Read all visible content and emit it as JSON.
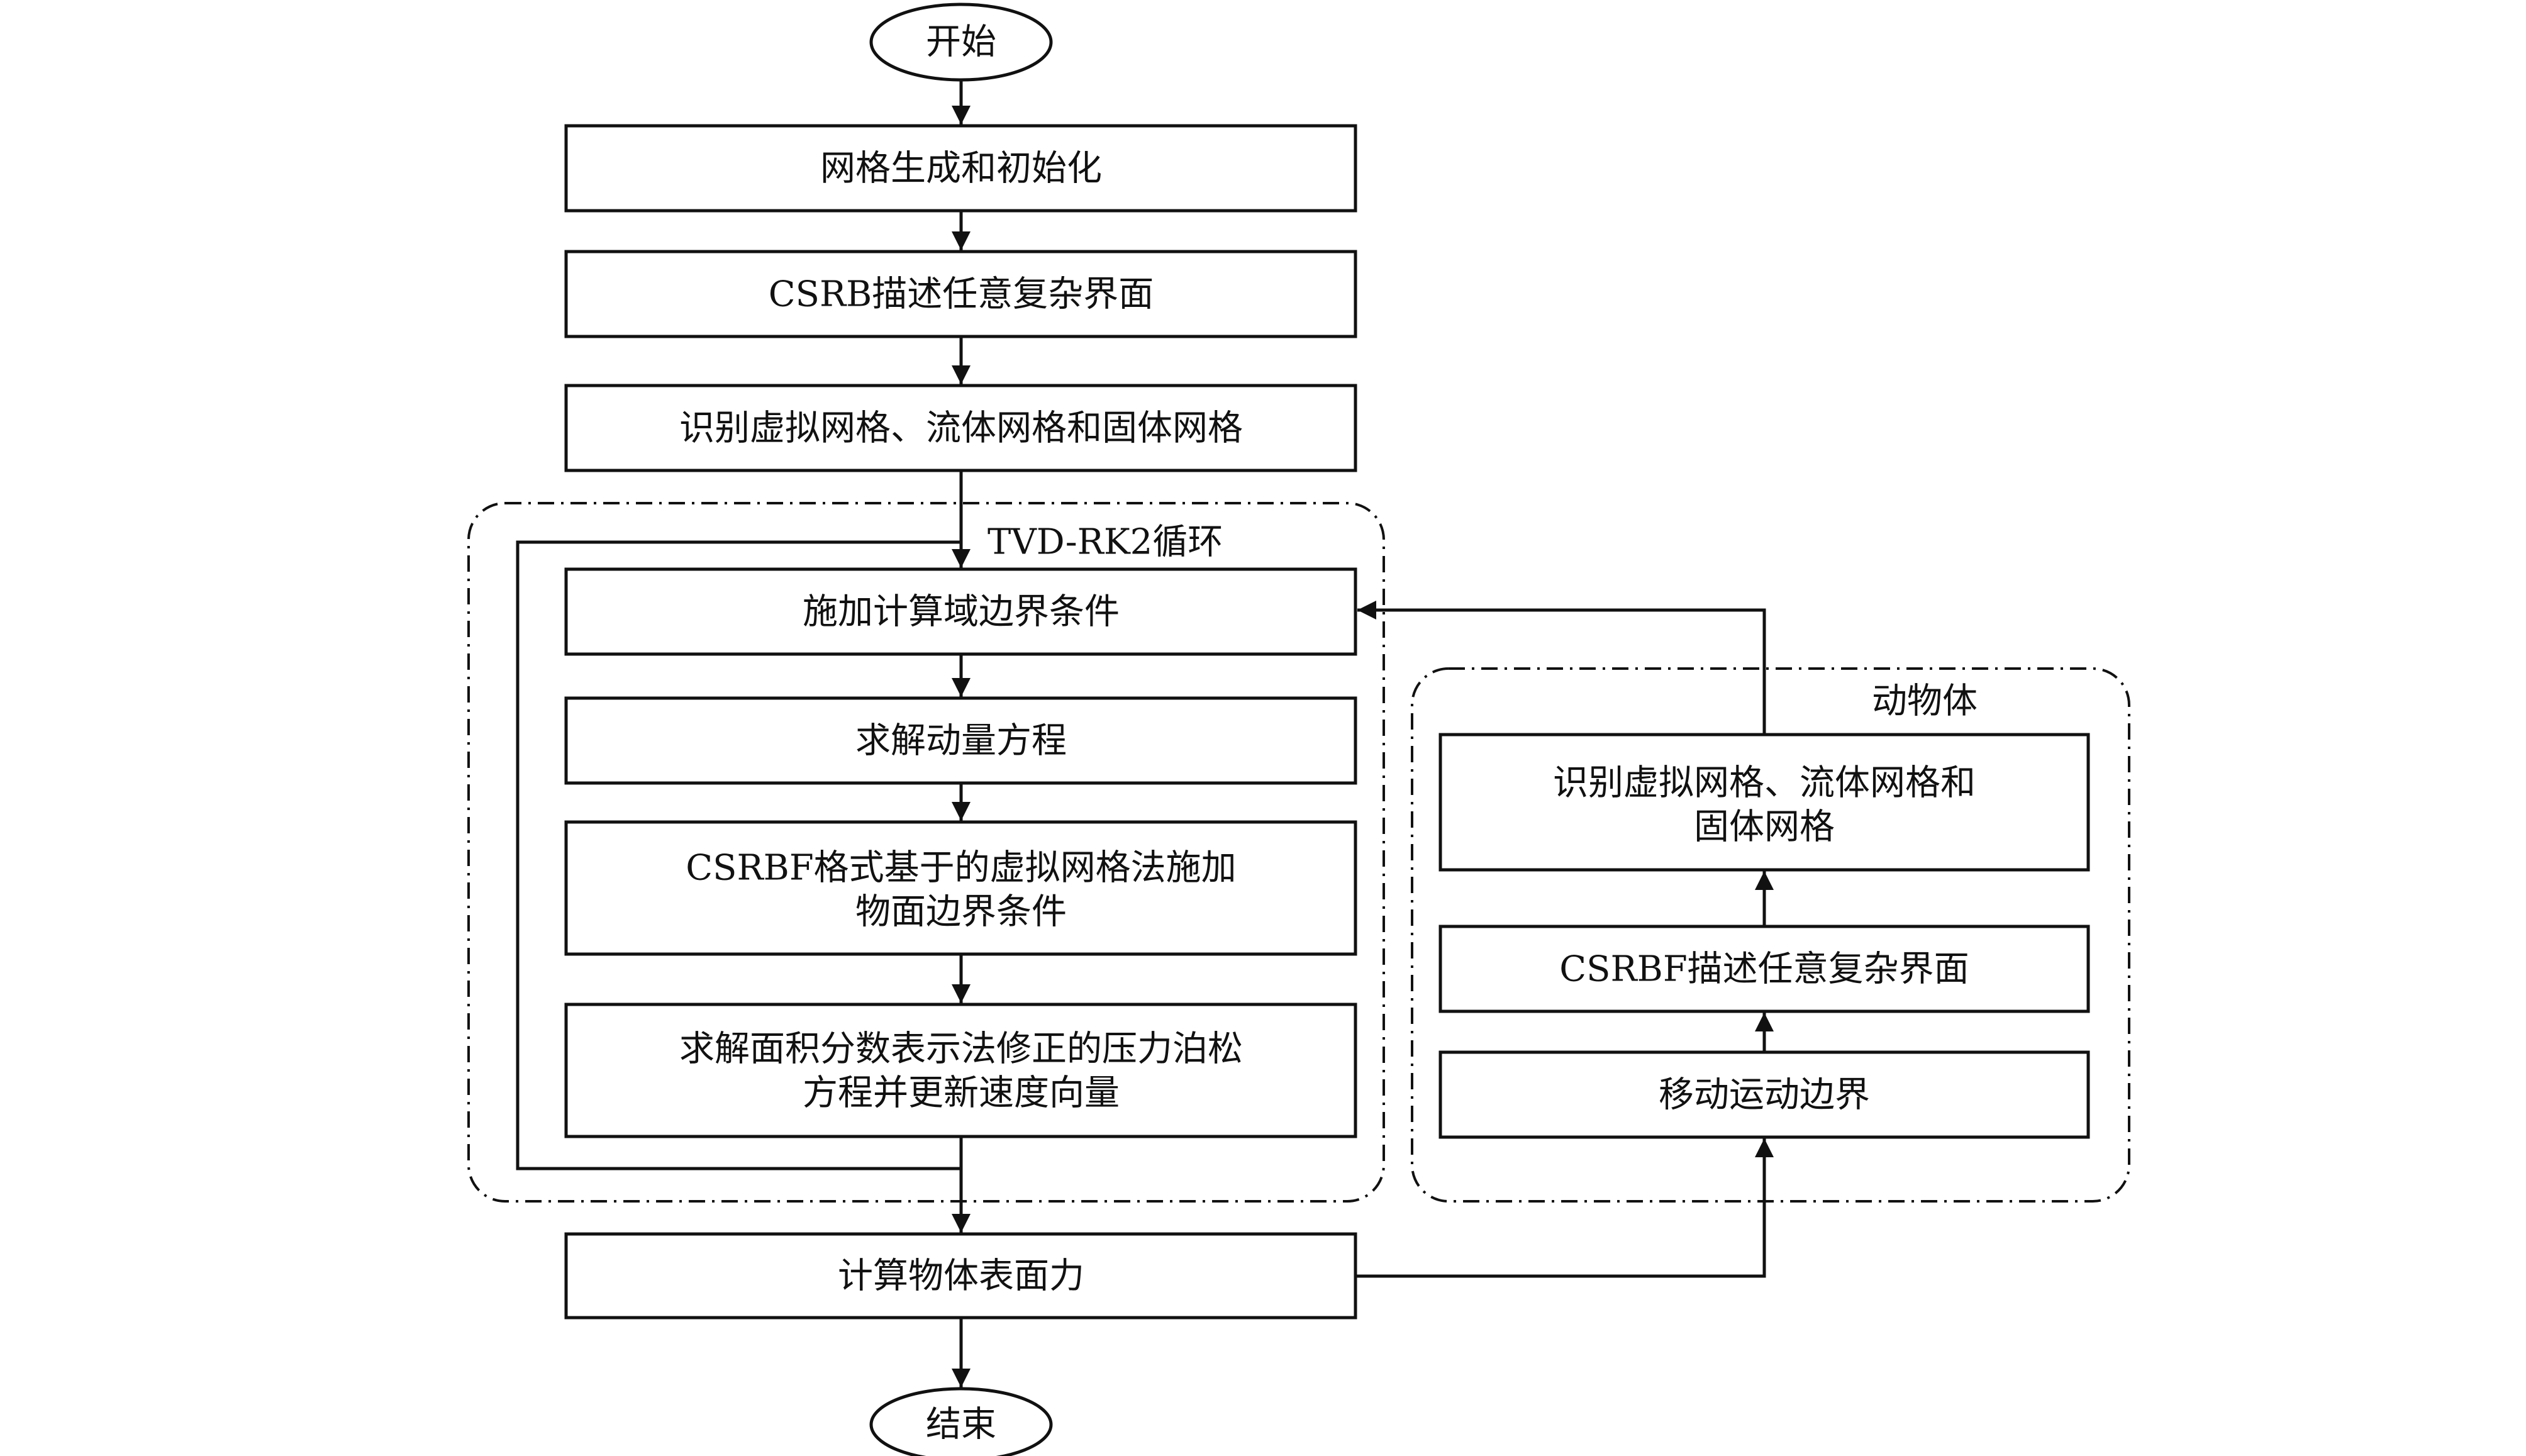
{
  "diagram": {
    "start": "开始",
    "end": "结束",
    "main_steps": {
      "mesh_init": "网格生成和初始化",
      "csrb_interface": "CSRB描述任意复杂界面",
      "identify_grids": "识别虚拟网格、流体网格和固体网格",
      "surface_force": "计算物体表面力"
    },
    "tvd_loop": {
      "title": "TVD-RK2循环",
      "steps": {
        "domain_boundary": "施加计算域边界条件",
        "momentum": "求解动量方程",
        "ghost_cell_line1": "CSRBF格式基于的虚拟网格法施加",
        "ghost_cell_line2": "物面边界条件",
        "poisson_line1": "求解面积分数表示法修正的压力泊松",
        "poisson_line2": "方程并更新速度向量"
      }
    },
    "moving_body": {
      "title": "动物体",
      "steps": {
        "identify_line1": "识别虚拟网格、流体网格和",
        "identify_line2": "固体网格",
        "csrbf_interface": "CSRBF描述任意复杂界面",
        "move_boundary": "移动运动边界"
      }
    }
  }
}
